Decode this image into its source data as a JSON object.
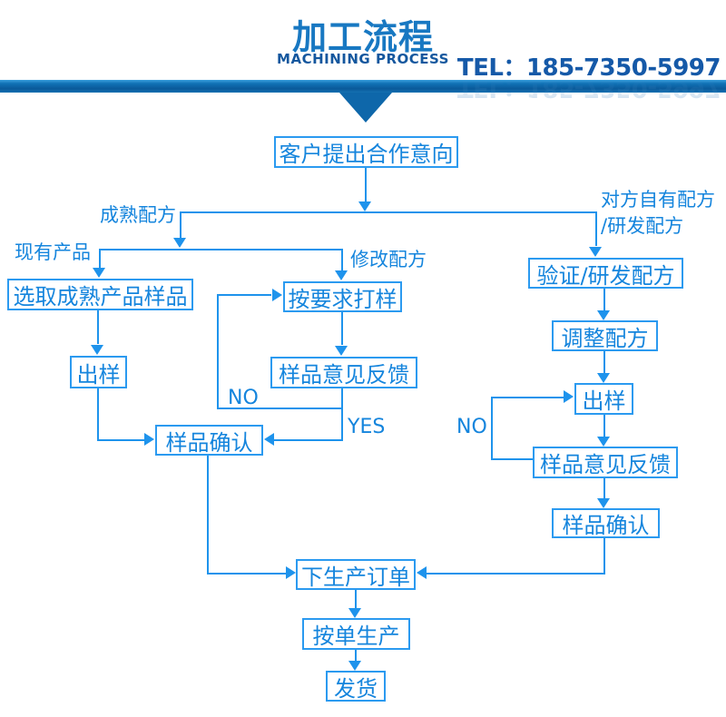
{
  "header": {
    "title": "加工流程",
    "subtitle": "MACHINING PROCESS",
    "tel": "TEL：185-7350-5997"
  },
  "flow": {
    "nodes": {
      "start": "客户提出合作意向",
      "pick_sample": "选取成熟产品样品",
      "sample_per_request": "按要求打样",
      "sample_out_left": "出样",
      "feedback_left": "样品意见反馈",
      "confirm_left": "样品确认",
      "verify_formula": "验证/研发配方",
      "adjust_formula": "调整配方",
      "sample_out_right": "出样",
      "feedback_right": "样品意见反馈",
      "confirm_right": "样品确认",
      "production_order": "下生产订单",
      "produce": "按单生产",
      "ship": "发货"
    },
    "branch_labels": {
      "mature_formula": "成熟配方",
      "existing_product": "现有产品",
      "modify_formula": "修改配方",
      "own_formula_line1": "对方自有配方",
      "own_formula_line2": "/研发配方",
      "no_left": "NO",
      "yes_left": "YES",
      "no_right": "NO"
    }
  },
  "colors": {
    "flow_line": "#1e93ec",
    "flow_text": "#1585dd",
    "title_blue": "#1878c2",
    "subtitle_blue": "#14579e",
    "tel_blue": "#1559a8",
    "bar_dark_blue": "#0a5a9a"
  }
}
